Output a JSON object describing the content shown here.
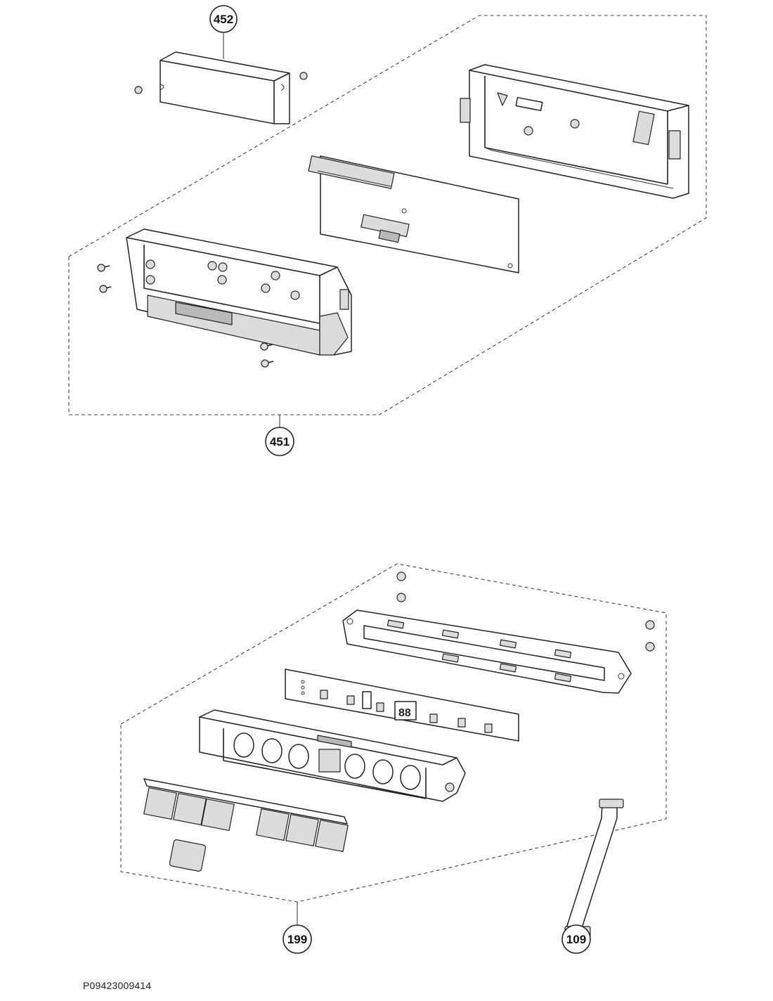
{
  "callouts": [
    {
      "id": "c452",
      "label": "452"
    },
    {
      "id": "c451",
      "label": "451"
    },
    {
      "id": "c199",
      "label": "199"
    },
    {
      "id": "c109",
      "label": "109"
    }
  ],
  "reference_code": "P09423009414",
  "board_display_digits": "88"
}
